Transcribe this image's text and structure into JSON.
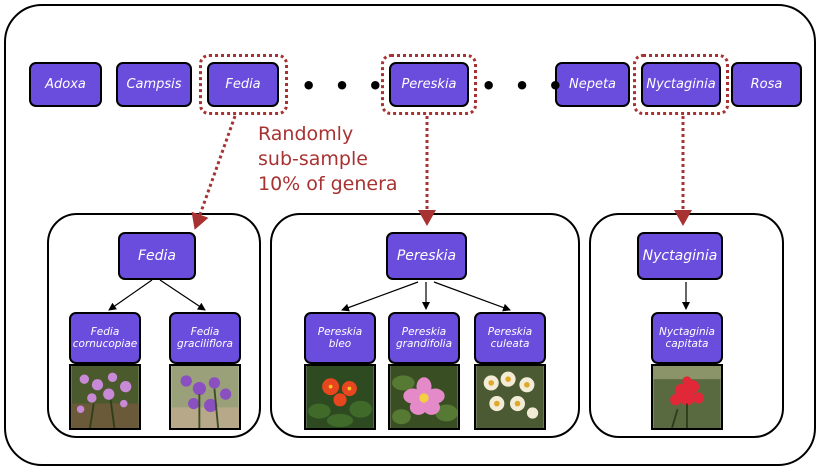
{
  "top_genera": [
    "Adoxa",
    "Campsis",
    "Fedia",
    "Pereskia",
    "Nepeta",
    "Nyctaginia",
    "Rosa"
  ],
  "annotation": "Randomly\nsub-sample\n10% of genera",
  "groups": [
    {
      "genus": "Fedia",
      "species": [
        {
          "genus": "Fedia",
          "epithet": "cornucopiae"
        },
        {
          "genus": "Fedia",
          "epithet": "graciliflora"
        }
      ]
    },
    {
      "genus": "Pereskia",
      "species": [
        {
          "genus": "Pereskia",
          "epithet": "bleo"
        },
        {
          "genus": "Pereskia",
          "epithet": "grandifolia"
        },
        {
          "genus": "Pereskia",
          "epithet": "culeata"
        }
      ]
    },
    {
      "genus": "Nyctaginia",
      "species": [
        {
          "genus": "Nyctaginia",
          "epithet": "capitata"
        }
      ]
    }
  ],
  "colors": {
    "node_fill": "#6a4ddd",
    "selection": "#a83232"
  }
}
